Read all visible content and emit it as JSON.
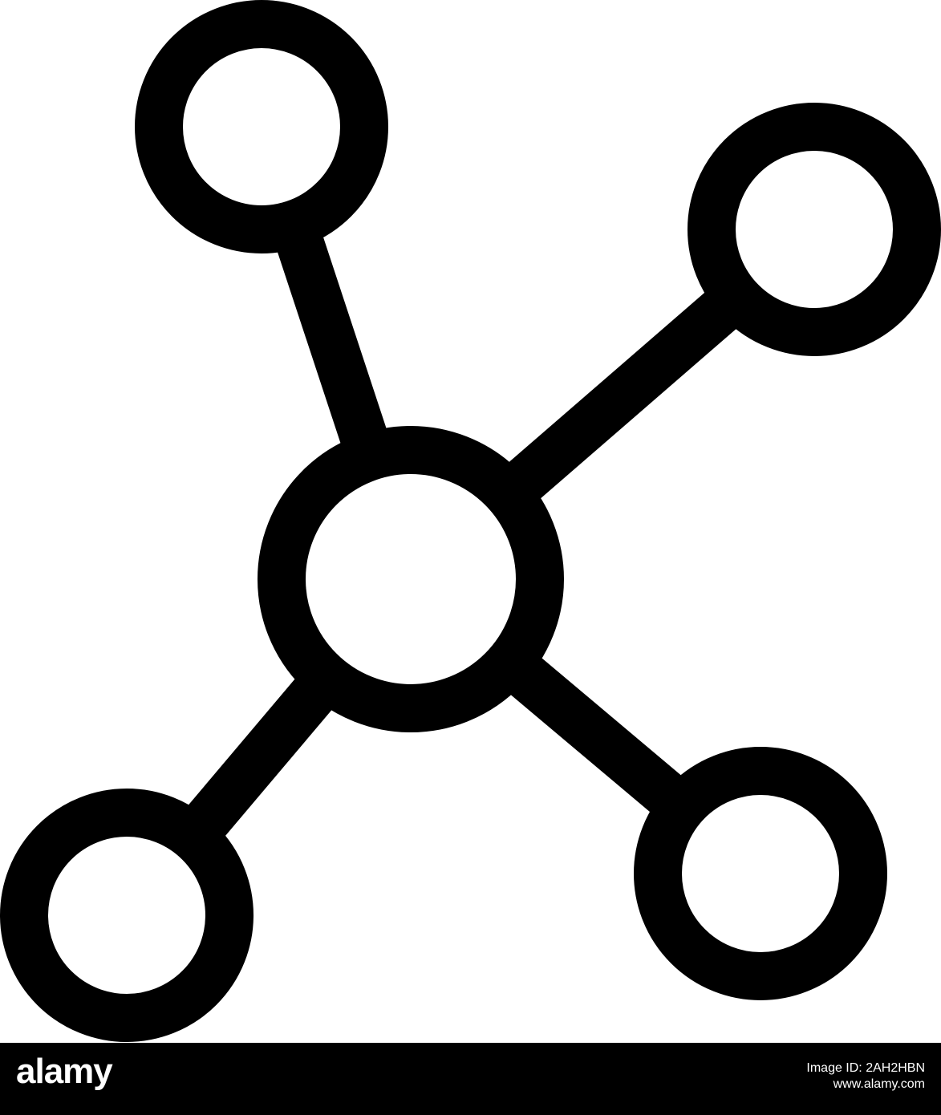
{
  "icon": {
    "name": "network-molecule-icon",
    "stroke_color": "#000000",
    "fill_color": "#ffffff"
  },
  "footer": {
    "background": "#000000",
    "text_color": "#ffffff",
    "brand": "alamy",
    "image_id": "Image ID: 2AH2HBN",
    "website": "www.alamy.com"
  }
}
